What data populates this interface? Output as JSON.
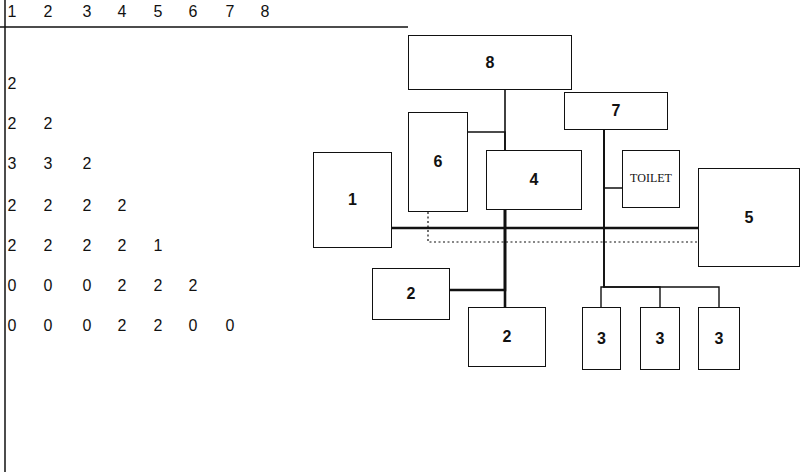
{
  "diagram": {
    "nodes": [
      {
        "text": [
          "8"
        ]
      },
      {
        "text": [
          "7"
        ]
      },
      {
        "text": [
          "6"
        ]
      },
      {
        "text": [
          "1"
        ]
      },
      {
        "text": [
          "4"
        ]
      },
      {
        "text": [
          "TOILET"
        ]
      },
      {
        "text": [
          "5"
        ]
      },
      {
        "text": [
          "2"
        ]
      },
      {
        "text": [
          "2"
        ]
      },
      {
        "text": [
          "3"
        ]
      },
      {
        "text": [
          "3"
        ]
      },
      {
        "text": [
          "3"
        ]
      }
    ],
    "edges": [
      {
        "from": 0,
        "to": 4,
        "arrow": "none"
      },
      {
        "from": 2,
        "to": 4,
        "arrow": "none"
      },
      {
        "from": 1,
        "to": 5,
        "arrow": "none"
      },
      {
        "from": 1,
        "to": 9,
        "arrow": "none"
      },
      {
        "from": 1,
        "to": 10,
        "arrow": "none"
      },
      {
        "from": 1,
        "to": 11,
        "arrow": "none"
      },
      {
        "from": 3,
        "to": 6,
        "arrow": "none"
      },
      {
        "from": 4,
        "to": 7,
        "arrow": "none"
      },
      {
        "from": 4,
        "to": 8,
        "arrow": "none"
      },
      {
        "from": 2,
        "to": 6,
        "arrow": "none"
      }
    ],
    "labels": [
      "1",
      "2",
      "3",
      "4",
      "5",
      "6",
      "7",
      "8",
      "2",
      "2",
      "2",
      "3",
      "3",
      "2",
      "2",
      "2",
      "2",
      "2",
      "2",
      "2",
      "2",
      "2",
      "1",
      "0",
      "0",
      "0",
      "2",
      "2",
      "2",
      "0",
      "0",
      "0",
      "2",
      "2",
      "0",
      "0"
    ]
  }
}
